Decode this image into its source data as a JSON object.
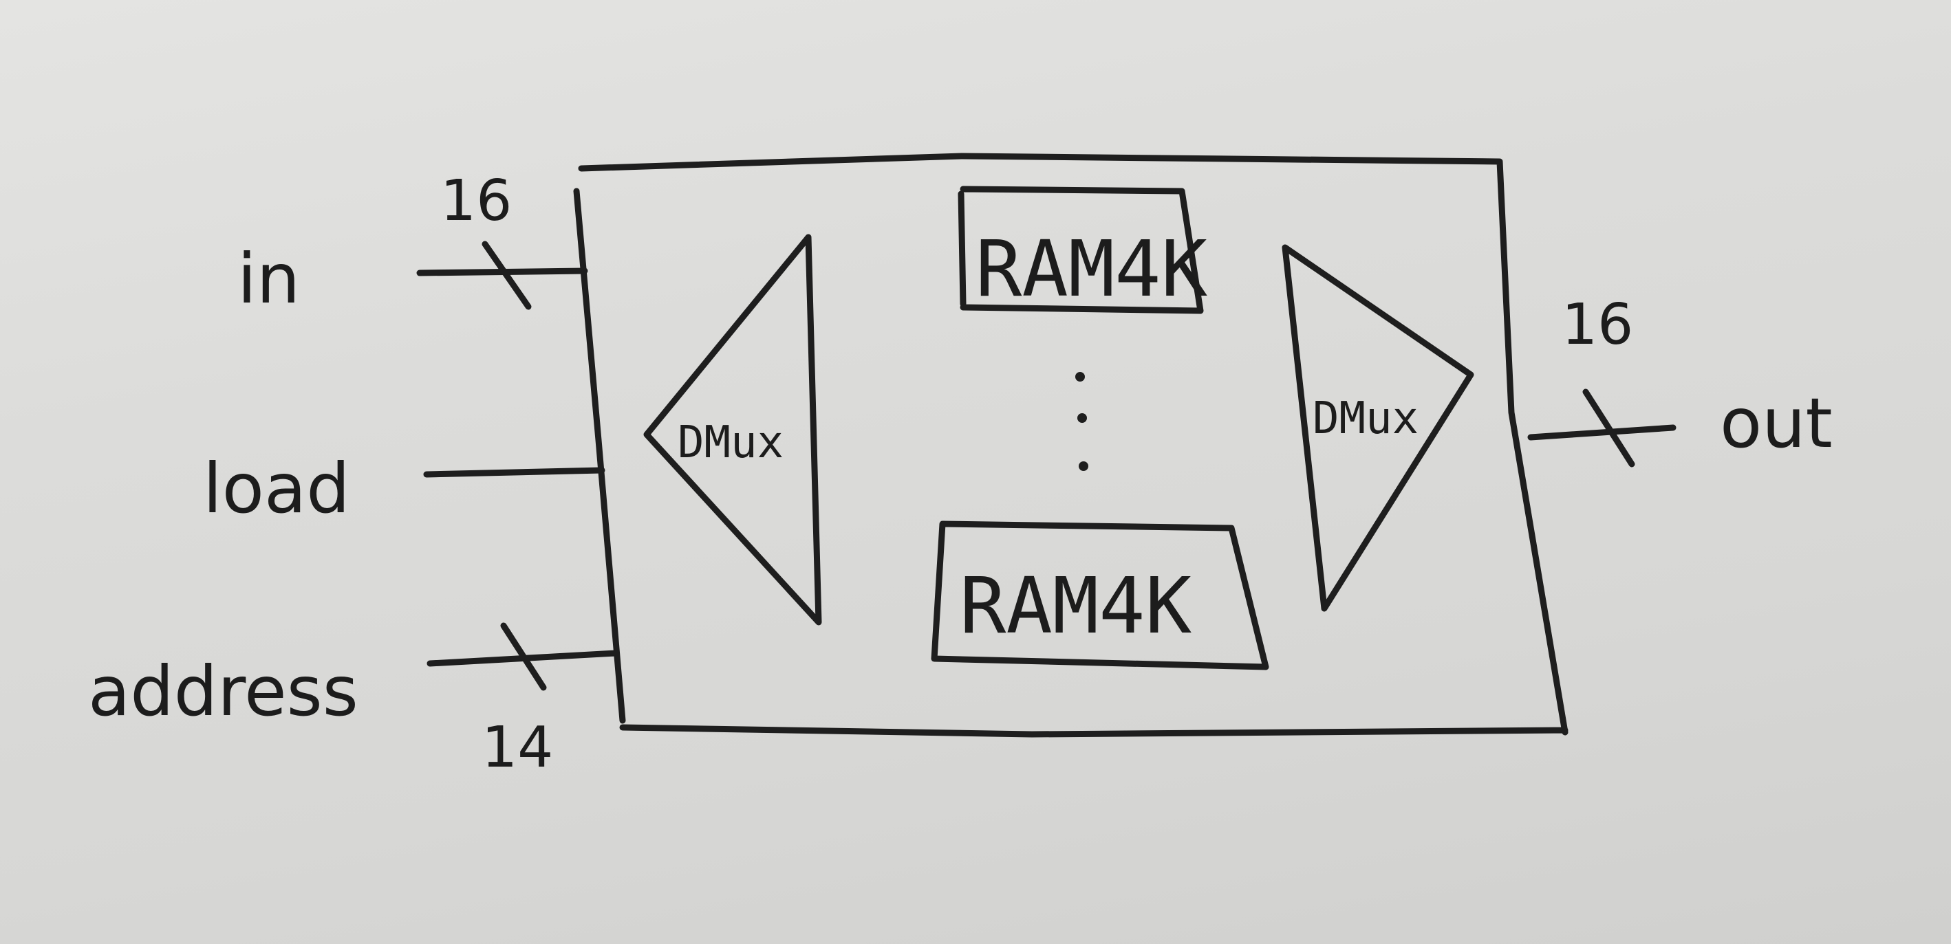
{
  "inputs": {
    "in": {
      "label": "in",
      "width": "16"
    },
    "load": {
      "label": "load"
    },
    "address": {
      "label": "address",
      "width": "14"
    }
  },
  "output": {
    "label": "out",
    "width": "16"
  },
  "chip": {
    "demux_label": "DMux",
    "mux_label": "DMux",
    "ram_top_label": "RAM4K",
    "ram_bottom_label": "RAM4K",
    "ellipsis": "⋮"
  }
}
